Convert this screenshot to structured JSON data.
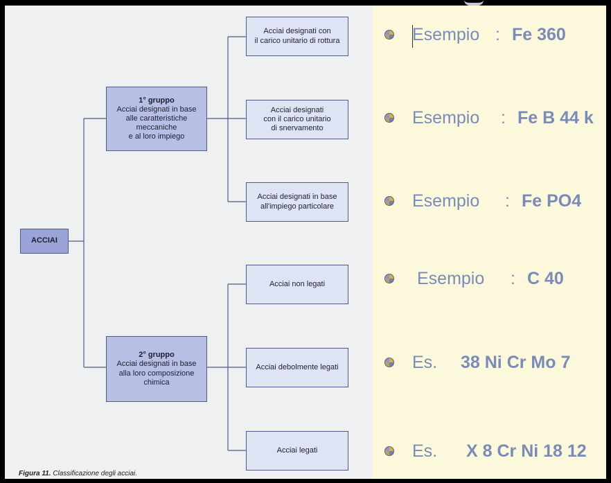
{
  "diagram": {
    "root": "ACCIAI",
    "group1": {
      "title": "1° gruppo",
      "body": "Acciai designati in base\nalle caratteristiche\nmeccaniche\ne al loro impiego"
    },
    "group2": {
      "title": "2° gruppo",
      "body": "Acciai designati in base\nalla loro composizione\nchimica"
    },
    "leaves": [
      "Acciai designati con\nil carico unitario di rottura",
      "Acciai designati\ncon il carico unitario\ndi snervamento",
      "Acciai designati in base\nall'impiego particolare",
      "Acciai non legati",
      "Acciai debolmente legati",
      "Acciai legati"
    ],
    "caption_label": "Figura 11.",
    "caption_text": "Classificazione degli acciai."
  },
  "examples": [
    {
      "label": "Esempio",
      "code": "Fe 360"
    },
    {
      "label": "Esempio",
      "code": "Fe B 44 k"
    },
    {
      "label": "Esempio",
      "code": "Fe PO4"
    },
    {
      "label": "Esempio",
      "code": "C 40"
    },
    {
      "label": "Es.",
      "code": "38 Ni Cr Mo 7"
    },
    {
      "label": "Es.",
      "code": "X 8 Cr Ni 18 12"
    }
  ],
  "colon": ":",
  "colors": {
    "leaf_fill": "#dfe4f5",
    "group_fill": "#b7bfe4",
    "root_fill": "#9aa4d8",
    "connector": "#4f5a86",
    "example_text": "#7b8bb8",
    "right_background": "#fbf8dc"
  },
  "icons": {
    "bullet": "pie-bullet-icon"
  }
}
